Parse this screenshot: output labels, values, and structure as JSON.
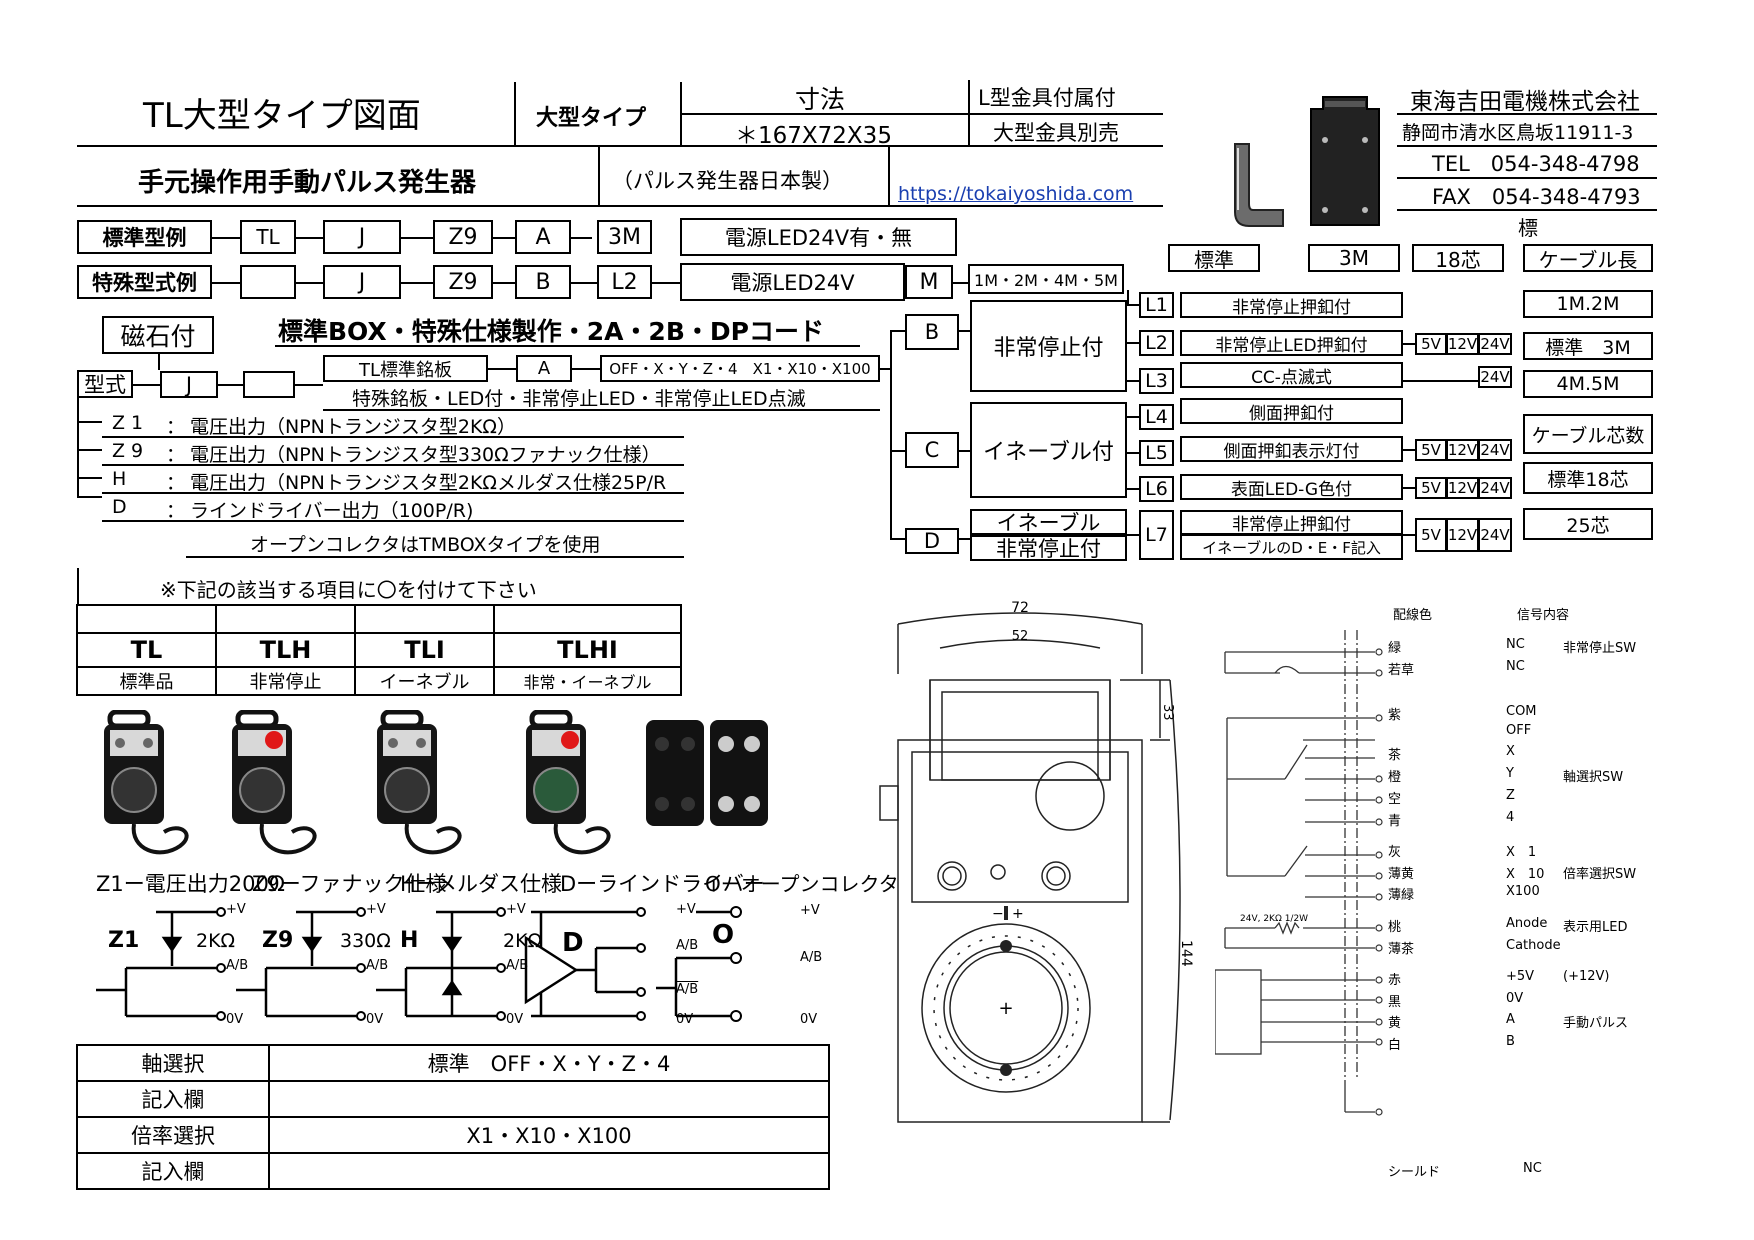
{
  "header": {
    "title": "TL大型タイプ図面",
    "type_label": "大型タイプ",
    "dim_label": "寸法",
    "dim_value": "＊167X72X35",
    "bracket1": "L型金具付属付",
    "bracket2": "大型金具別売",
    "subtitle": "手元操作用手動パルス発生器",
    "maker_note": "（パルス発生器日本製）",
    "url": "https://tokaiyoshida.com",
    "company": "東海吉田電機株式会社",
    "address": "静岡市清水区鳥坂11911-3",
    "tel": "TEL　054-348-4798",
    "fax": "FAX　054-348-4793"
  },
  "model": {
    "std_label": "標準型例",
    "std": [
      "TL",
      "J",
      "Z9",
      "A",
      "3M"
    ],
    "std_power": "電源LED24V有・無",
    "sp_label": "特殊型式例",
    "sp": [
      "",
      "J",
      "Z9",
      "B",
      "L2"
    ],
    "sp_power": "電源LED24V",
    "sp_m": "M",
    "lengths": "1M・2M・4M・5M",
    "magnet": "磁石付",
    "katashiki": "型式",
    "j": "J",
    "heading": "標準BOX・特殊仕様製作・2A・2B・DPコード",
    "plate": "TL標準銘板",
    "a": "A",
    "axis_spec": "OFF・X・Y・Z・4　X1・X10・X100",
    "special_plate": "特殊銘板・LED付・非常停止LED・非常停止LED点滅",
    "outputs": [
      {
        "code": "Z 1",
        "desc": "電圧出力（NPNトランジスタ型2KΩ）"
      },
      {
        "code": "Z 9",
        "desc": "電圧出力（NPNトランジスタ型330Ωファナック仕様）"
      },
      {
        "code": "H",
        "desc": "電圧出力（NPNトランジスタ型2KΩメルダス仕様25P/R"
      },
      {
        "code": "D",
        "desc": "ラインドライバー出力（100P/R)"
      }
    ],
    "colon": "：",
    "open_collector": "オープンコレクタはTMBOXタイプを使用"
  },
  "options": {
    "b": "B",
    "b_desc": "非常停止付",
    "c": "C",
    "c_desc": "イネーブル付",
    "d": "D",
    "d_desc1": "イネーブル",
    "d_desc2": "非常停止付",
    "items": [
      {
        "code": "L1",
        "desc": "非常停止押釦付"
      },
      {
        "code": "L2",
        "desc": "非常停止LED押釦付"
      },
      {
        "code": "L3",
        "desc": "CC-点滅式"
      },
      {
        "code": "L4",
        "desc": "側面押釦付"
      },
      {
        "code": "L5",
        "desc": "側面押釦表示灯付"
      },
      {
        "code": "L6",
        "desc": "表面LED-G色付"
      },
      {
        "code": "L7",
        "desc": "非常停止押釦付",
        "desc2": "イネーブルのD・E・F記入"
      }
    ],
    "v5": "5V",
    "v12": "12V",
    "v24": "24V"
  },
  "cable": {
    "hyo": "標",
    "std": "標準",
    "std_len": "3M",
    "cores": "18芯",
    "len_label": "ケーブル長",
    "r1": "1M.2M",
    "r2": "標準　3M",
    "r3": "4M.5M",
    "core_label": "ケーブル芯数",
    "core_std": "標準18芯",
    "core_25": "25芯"
  },
  "select": {
    "instruction": "※下記の該当する項目に〇を付けて下さい",
    "cols": [
      {
        "model": "TL",
        "desc": "標準品"
      },
      {
        "model": "TLH",
        "desc": "非常停止"
      },
      {
        "model": "TLI",
        "desc": "イーネブル"
      },
      {
        "model": "TLHI",
        "desc": "非常・イーネブル"
      }
    ]
  },
  "circuits": {
    "headers": [
      "Z1ー電圧出力200Ω",
      "Z9ーファナック仕様",
      "Hーメルダス仕様",
      "Dーラインドライバー",
      "Oーオープンコレクタ"
    ],
    "codes": [
      "Z1",
      "Z9",
      "H",
      "D",
      "O"
    ],
    "resistors": [
      "2KΩ",
      "330Ω",
      "2KΩ"
    ],
    "plus_v": "+V",
    "ab": "A/B",
    "ab_bar": "A/B",
    "ov": "0V"
  },
  "bottom_table": [
    {
      "label": "軸選択",
      "value": "標準　OFF・X・Y・Z・4"
    },
    {
      "label": "記入欄",
      "value": ""
    },
    {
      "label": "倍率選択",
      "value": "X1・X10・X100"
    },
    {
      "label": "記入欄",
      "value": ""
    }
  ],
  "drawing": {
    "w72": "72",
    "w52": "52",
    "d33": "33",
    "h144": "144",
    "minus": "−",
    "plus": "+"
  },
  "wiring": {
    "col_color": "配線色",
    "col_signal": "信号内容",
    "rows": [
      {
        "color": "緑",
        "signal": "NC",
        "func": "非常停止SW"
      },
      {
        "color": "若草",
        "signal": "NC",
        "func": ""
      },
      {
        "color": "紫",
        "signal": "COM",
        "func": ""
      },
      {
        "color": "",
        "signal": "OFF",
        "func": ""
      },
      {
        "color": "茶",
        "signal": "X",
        "func": ""
      },
      {
        "color": "橙",
        "signal": "Y",
        "func": "軸選択SW"
      },
      {
        "color": "空",
        "signal": "Z",
        "func": ""
      },
      {
        "color": "青",
        "signal": "4",
        "func": ""
      },
      {
        "color": "灰",
        "signal": "X　1",
        "func": ""
      },
      {
        "color": "薄黄",
        "signal": "X　10",
        "func": "倍率選択SW"
      },
      {
        "color": "薄緑",
        "signal": "X100",
        "func": ""
      },
      {
        "color": "桃",
        "signal": "Anode",
        "func": "表示用LED"
      },
      {
        "color": "薄茶",
        "signal": "Cathode",
        "func": ""
      },
      {
        "color": "赤",
        "signal": "+5V",
        "func": "(+12V)"
      },
      {
        "color": "黒",
        "signal": "0V",
        "func": ""
      },
      {
        "color": "黄",
        "signal": "A",
        "func": "手動パルス"
      },
      {
        "color": "白",
        "signal": "B",
        "func": ""
      }
    ],
    "shield": "シールド",
    "shield_signal": "NC",
    "led_spec": "24V, 2KΩ 1/2W"
  }
}
